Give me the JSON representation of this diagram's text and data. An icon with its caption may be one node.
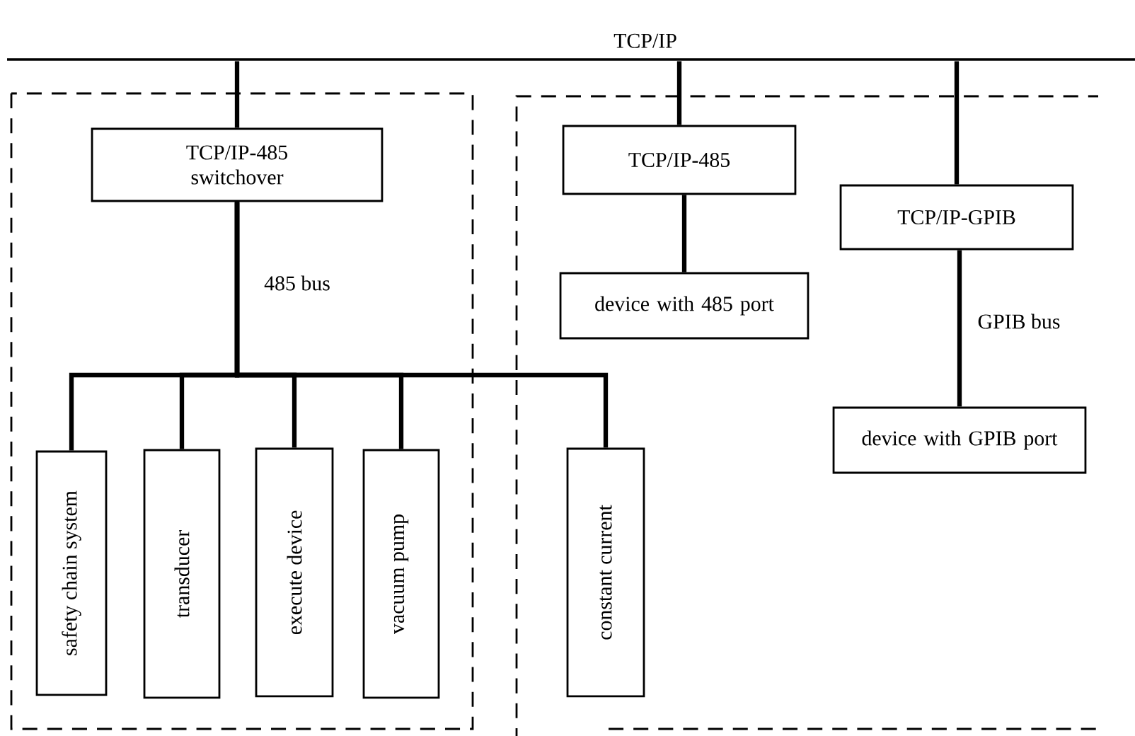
{
  "diagram": {
    "nodes": [
      {
        "text": [
          "TCP/IP"
        ]
      },
      {
        "text": [],
        "shape": "box"
      },
      {
        "text": [],
        "shape": "box"
      },
      {
        "text": [
          "TCP/IP-485 switchover"
        ],
        "in": 1
      },
      {
        "text": [
          "TCP/IP-485"
        ],
        "in": 2
      },
      {
        "text": [
          "device with 485 port"
        ],
        "in": 2
      },
      {
        "text": [
          "TCP/IP-GPIB"
        ],
        "in": 2
      },
      {
        "text": [
          "device with GPIB port"
        ],
        "in": 2
      },
      {
        "text": [
          "safety chain system"
        ],
        "in": 1
      },
      {
        "text": [
          "transducer"
        ],
        "in": 1
      },
      {
        "text": [
          "execute device"
        ],
        "in": 1
      },
      {
        "text": [
          "vacuum pump"
        ],
        "in": 1
      },
      {
        "text": [
          "constant current"
        ],
        "in": 2
      }
    ],
    "edges": [
      {
        "from": 0,
        "to": 3,
        "arrow": "none"
      },
      {
        "from": 0,
        "to": 4,
        "arrow": "none"
      },
      {
        "from": 0,
        "to": 6,
        "arrow": "none"
      },
      {
        "from": 4,
        "to": 5,
        "arrow": "none"
      },
      {
        "from": 6,
        "to": 7,
        "label": "GPIB bus",
        "arrow": "none"
      },
      {
        "from": 3,
        "to": 8,
        "label": "485 bus",
        "arrow": "none"
      },
      {
        "from": 3,
        "to": 9,
        "arrow": "none"
      },
      {
        "from": 3,
        "to": 10,
        "arrow": "none"
      },
      {
        "from": 3,
        "to": 11,
        "arrow": "none"
      },
      {
        "from": 3,
        "to": 12,
        "arrow": "none"
      }
    ]
  }
}
